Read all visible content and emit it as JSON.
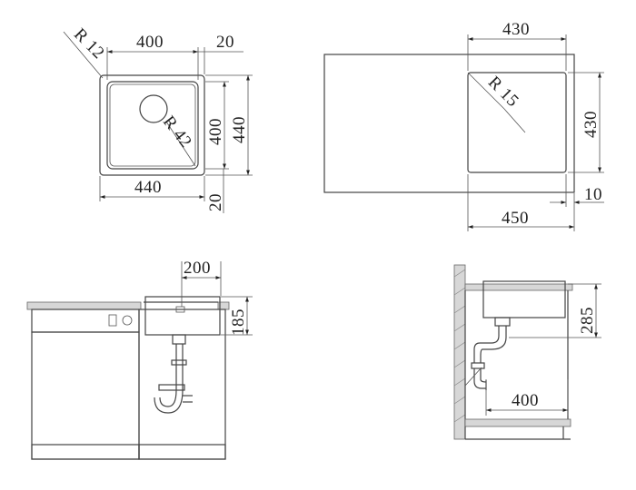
{
  "top_left_view": {
    "corner_radius": "R 12",
    "drain_radius": "R 42",
    "bowl_width": "400",
    "rim_offset_top": "20",
    "bowl_depth_side": "400",
    "overall_depth": "440",
    "overall_width": "440",
    "rim_offset_bottom": "20"
  },
  "top_right_view": {
    "cutout_width": "430",
    "corner_radius": "R 15",
    "cutout_depth": "430",
    "edge_offset": "10",
    "cabinet_width": "450"
  },
  "bottom_left_view": {
    "drain_offset": "200",
    "bowl_height": "185"
  },
  "bottom_right_view": {
    "install_height": "285",
    "trap_offset": "400"
  }
}
